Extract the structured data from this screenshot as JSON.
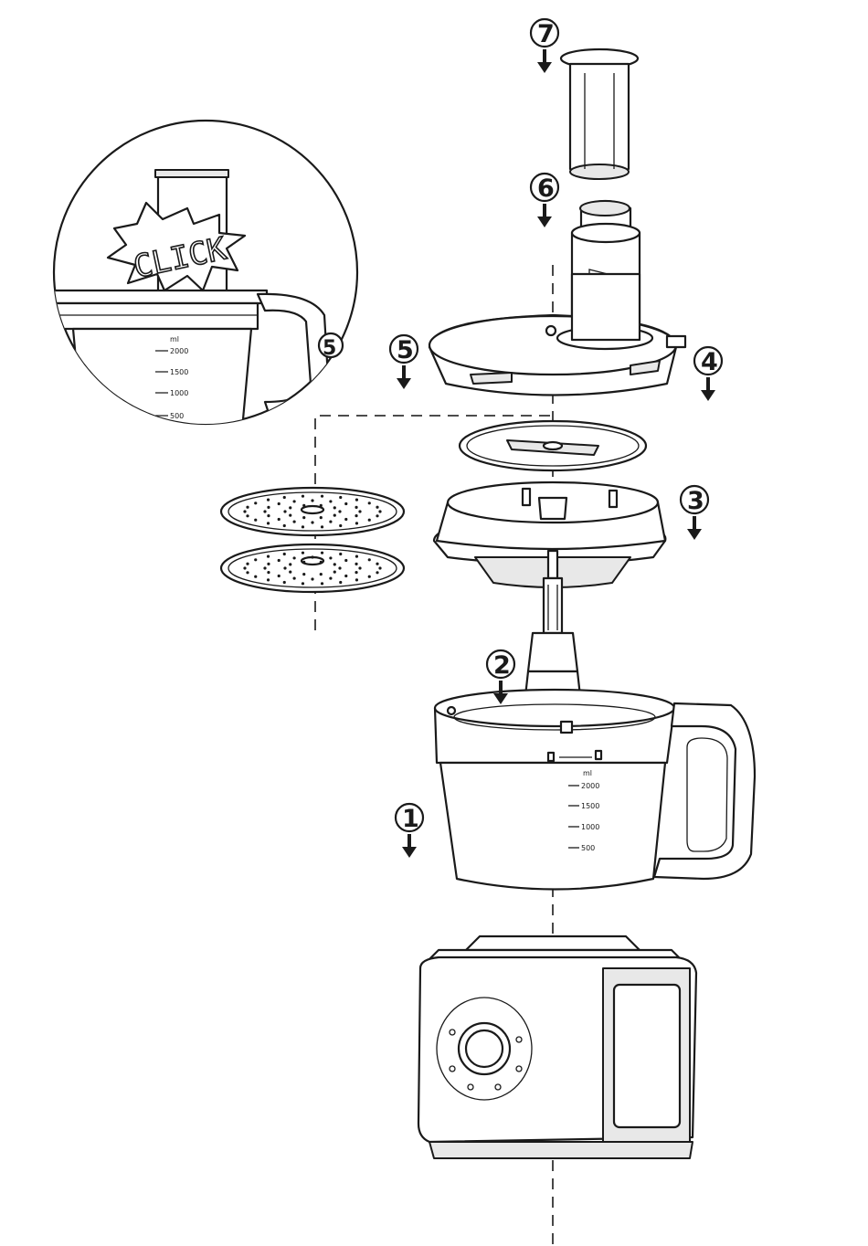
{
  "steps": [
    {
      "label": "1",
      "desc": "base bowl"
    },
    {
      "label": "2",
      "desc": "drive shaft"
    },
    {
      "label": "3",
      "desc": "disc holder"
    },
    {
      "label": "4",
      "desc": "lid"
    },
    {
      "label": "5",
      "desc": "lid latch"
    },
    {
      "label": "6",
      "desc": "inner pusher"
    },
    {
      "label": "7",
      "desc": "outer pusher"
    }
  ],
  "detail": {
    "click_text": "CLICK",
    "step_label": "5",
    "scale_unit": "ml",
    "scale_marks": [
      "2000",
      "1500",
      "1000",
      "500"
    ]
  },
  "bowl": {
    "scale_unit": "ml",
    "scale_marks": [
      "2000",
      "1500",
      "1000",
      "500"
    ]
  },
  "colors": {
    "line": "#1a1a1a",
    "fill_grey": "#e8e8e8",
    "background": "#ffffff"
  }
}
